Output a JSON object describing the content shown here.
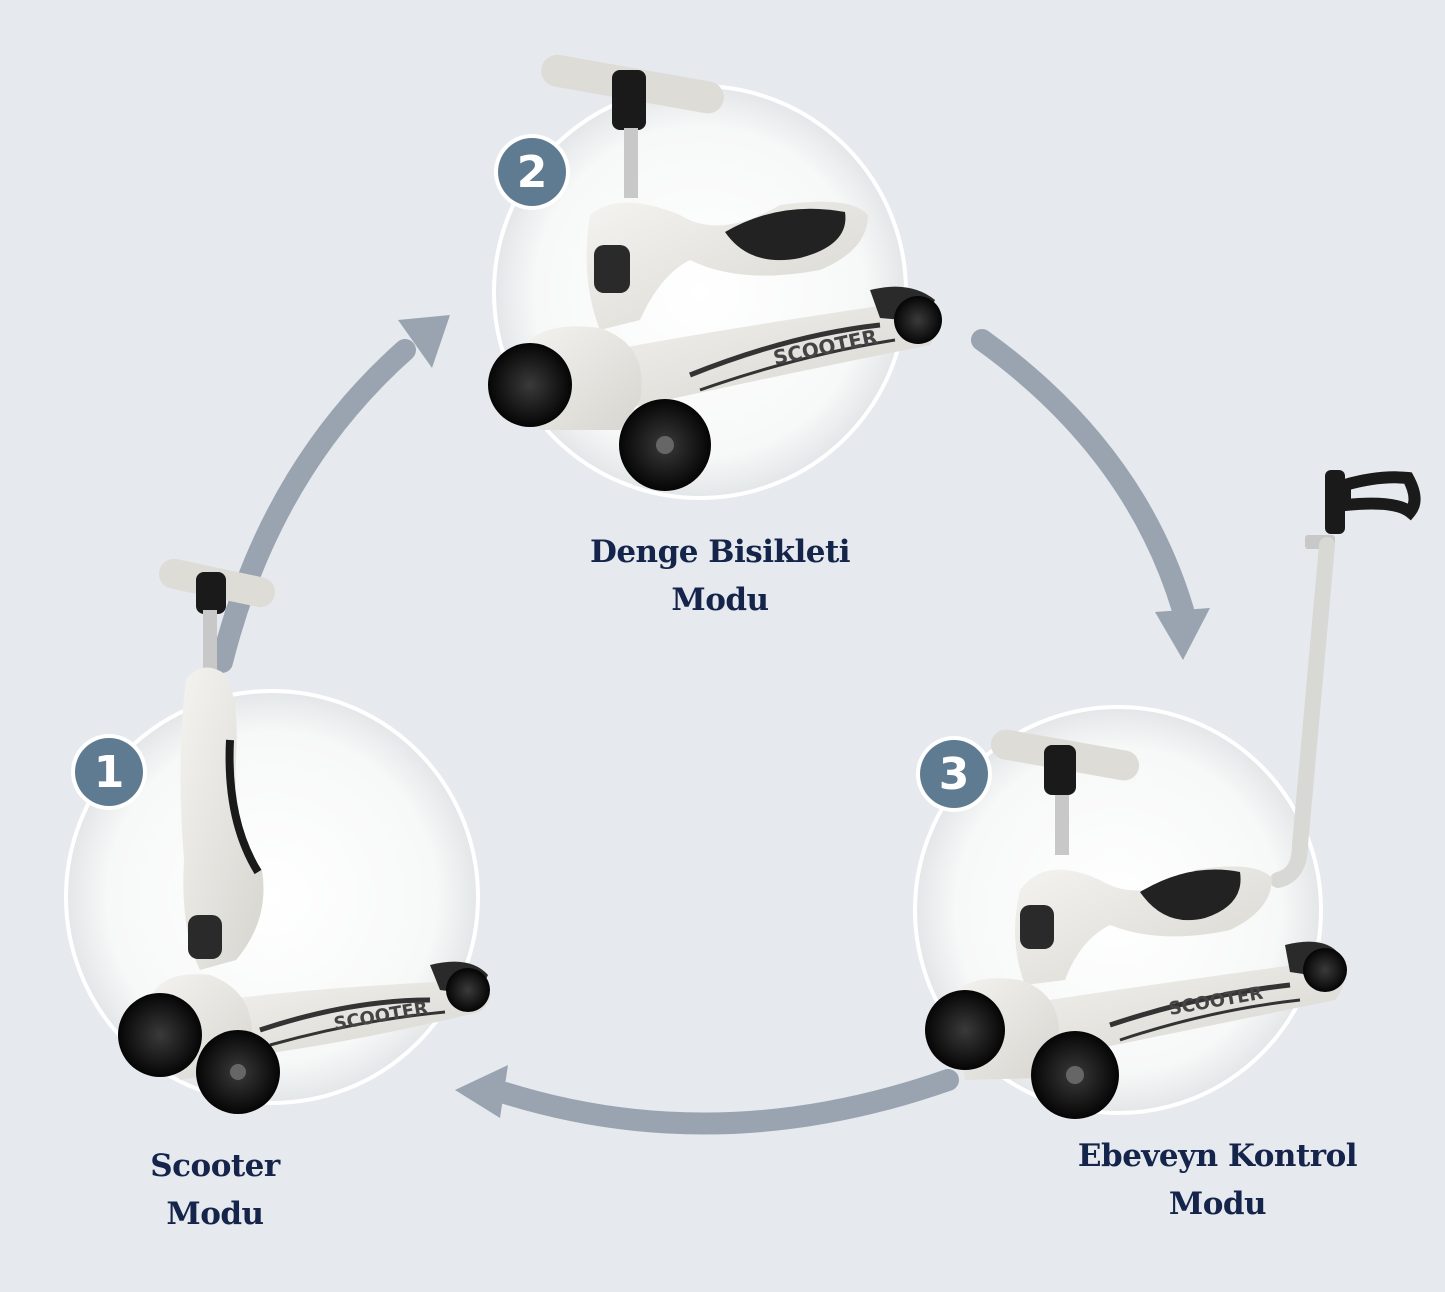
{
  "modes": [
    {
      "number": "1",
      "title_line1": "Scooter",
      "title_line2": "Modu"
    },
    {
      "number": "2",
      "title_line1": "Denge Bisikleti",
      "title_line2": "Modu"
    },
    {
      "number": "3",
      "title_line1": "Ebeveyn Kontrol",
      "title_line2": "Modu"
    }
  ],
  "scooter_deck_text": "SCOOTER",
  "colors": {
    "background": "#e6eaee",
    "arrow": "#9aa4b1",
    "badge": "#5f7b91",
    "caption": "#15244a",
    "scooter_body": "#e9e8e3",
    "wheel": "#111111"
  }
}
